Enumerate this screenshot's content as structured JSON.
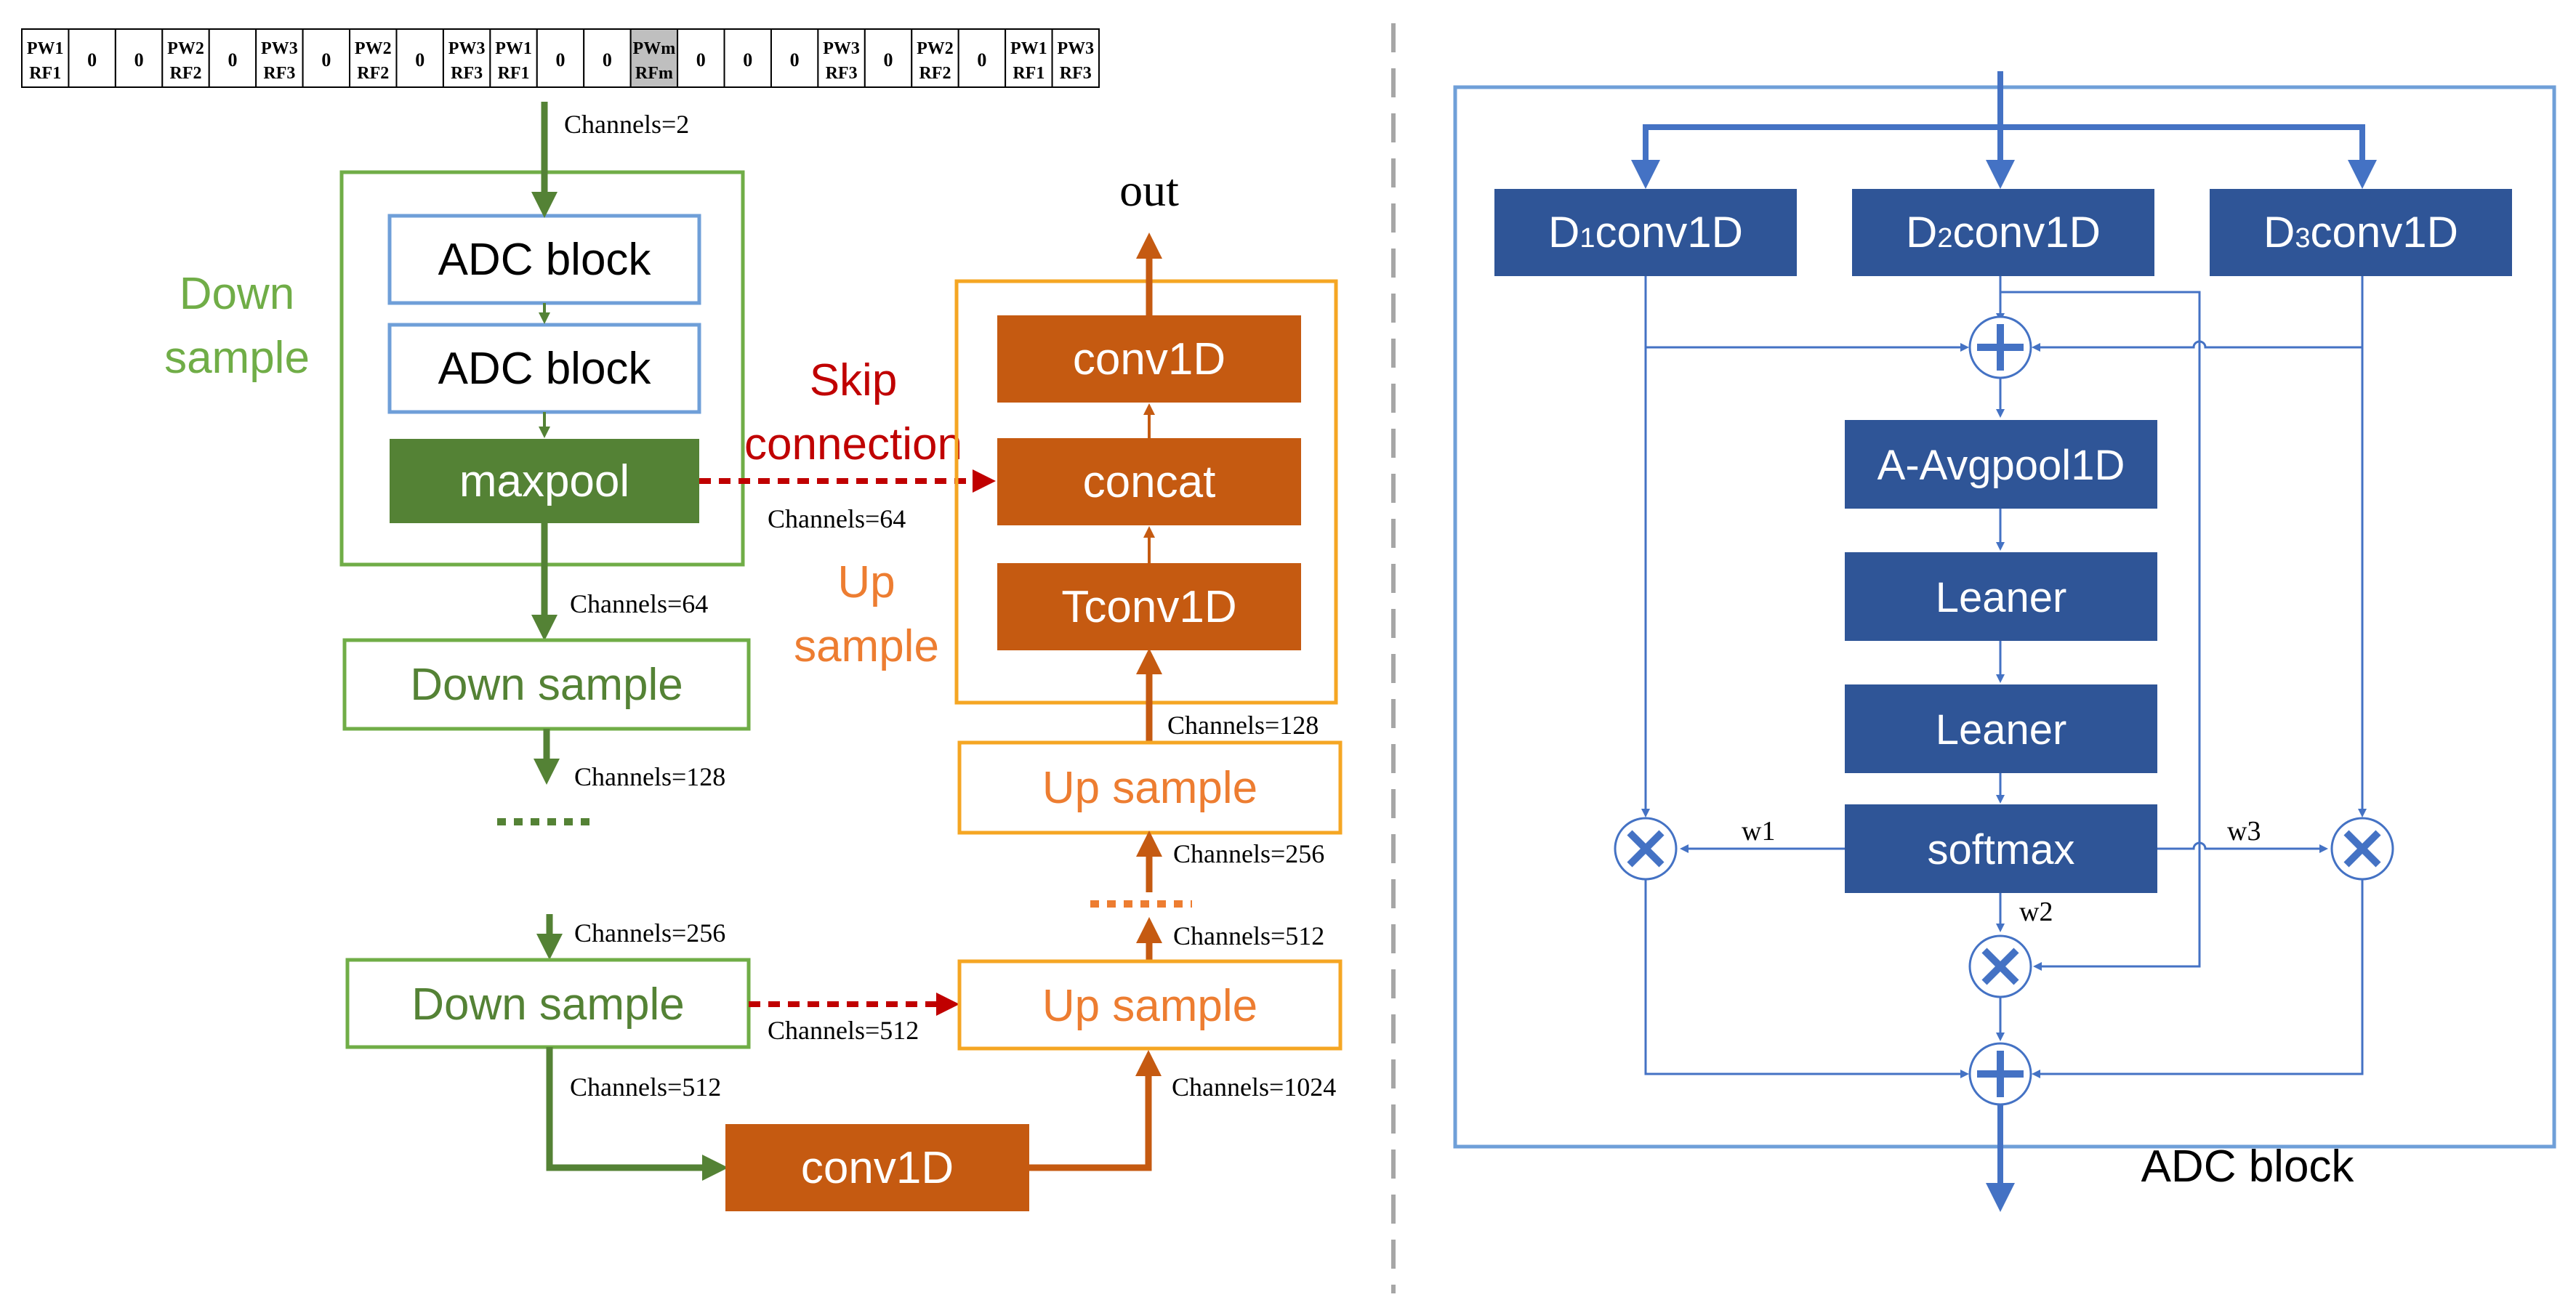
{
  "sequence": {
    "cells": [
      {
        "top": "PW1",
        "bottom": "RF1"
      },
      {
        "top": "0",
        "bottom": ""
      },
      {
        "top": "0",
        "bottom": ""
      },
      {
        "top": "PW2",
        "bottom": "RF2"
      },
      {
        "top": "0",
        "bottom": ""
      },
      {
        "top": "PW3",
        "bottom": "RF3"
      },
      {
        "top": "0",
        "bottom": ""
      },
      {
        "top": "PW2",
        "bottom": "RF2"
      },
      {
        "top": "0",
        "bottom": ""
      },
      {
        "top": "PW3",
        "bottom": "RF3"
      },
      {
        "top": "PW1",
        "bottom": "RF1"
      },
      {
        "top": "0",
        "bottom": ""
      },
      {
        "top": "0",
        "bottom": ""
      },
      {
        "top": "PWm",
        "bottom": "RFm",
        "highlight": true
      },
      {
        "top": "0",
        "bottom": ""
      },
      {
        "top": "0",
        "bottom": ""
      },
      {
        "top": "0",
        "bottom": ""
      },
      {
        "top": "PW3",
        "bottom": "RF3"
      },
      {
        "top": "0",
        "bottom": ""
      },
      {
        "top": "PW2",
        "bottom": "RF2"
      },
      {
        "top": "0",
        "bottom": ""
      },
      {
        "top": "PW1",
        "bottom": "RF1"
      },
      {
        "top": "PW3",
        "bottom": "RF3"
      }
    ]
  },
  "left": {
    "down_title": [
      "Down",
      "sample"
    ],
    "up_title": [
      "Up",
      "sample"
    ],
    "skip_title": [
      "Skip",
      "connection"
    ],
    "adc1": "ADC block",
    "adc2": "ADC block",
    "maxpool": "maxpool",
    "down_sample_1": "Down sample",
    "down_sample_2": "Down sample",
    "conv_bottom": "conv1D",
    "up_conv": "conv1D",
    "concat": "concat",
    "tconv": "Tconv1D",
    "up_sample_1": "Up sample",
    "up_sample_2": "Up sample",
    "out": "out",
    "ch_input": "Channels=2",
    "ch_skip": "Channels=64",
    "ch_after_pool": "Channels=64",
    "ch_128_down": "Channels=128",
    "ch_256_down": "Channels=256",
    "ch_512_skip": "Channels=512",
    "ch_512_down": "Channels=512",
    "ch_1024": "Channels=1024",
    "ch_512_up": "Channels=512",
    "ch_256_up": "Channels=256",
    "ch_128_up": "Channels=128",
    "ellipsis_down": "……",
    "ellipsis_up": "……"
  },
  "right": {
    "d1": {
      "prefix": "D",
      "sub": "1",
      "suffix": "conv1D"
    },
    "d2": {
      "prefix": "D",
      "sub": "2",
      "suffix": "conv1D"
    },
    "d3": {
      "prefix": "D",
      "sub": "3",
      "suffix": "conv1D"
    },
    "avgpool": "A-Avgpool1D",
    "leaner1": "Leaner",
    "leaner2": "Leaner",
    "softmax": "softmax",
    "w1": "w1",
    "w2": "w2",
    "w3": "w3",
    "caption": "ADC block"
  },
  "colors": {
    "green": "#548235",
    "green_box": "#70ad47",
    "orange": "#c55a11",
    "orange_box": "#f5a623",
    "up_text": "#ed7d31",
    "blue_box": "#2f5597",
    "blue_line": "#4472c4",
    "light_blue": "#7aa3d9",
    "red": "#c00000"
  }
}
